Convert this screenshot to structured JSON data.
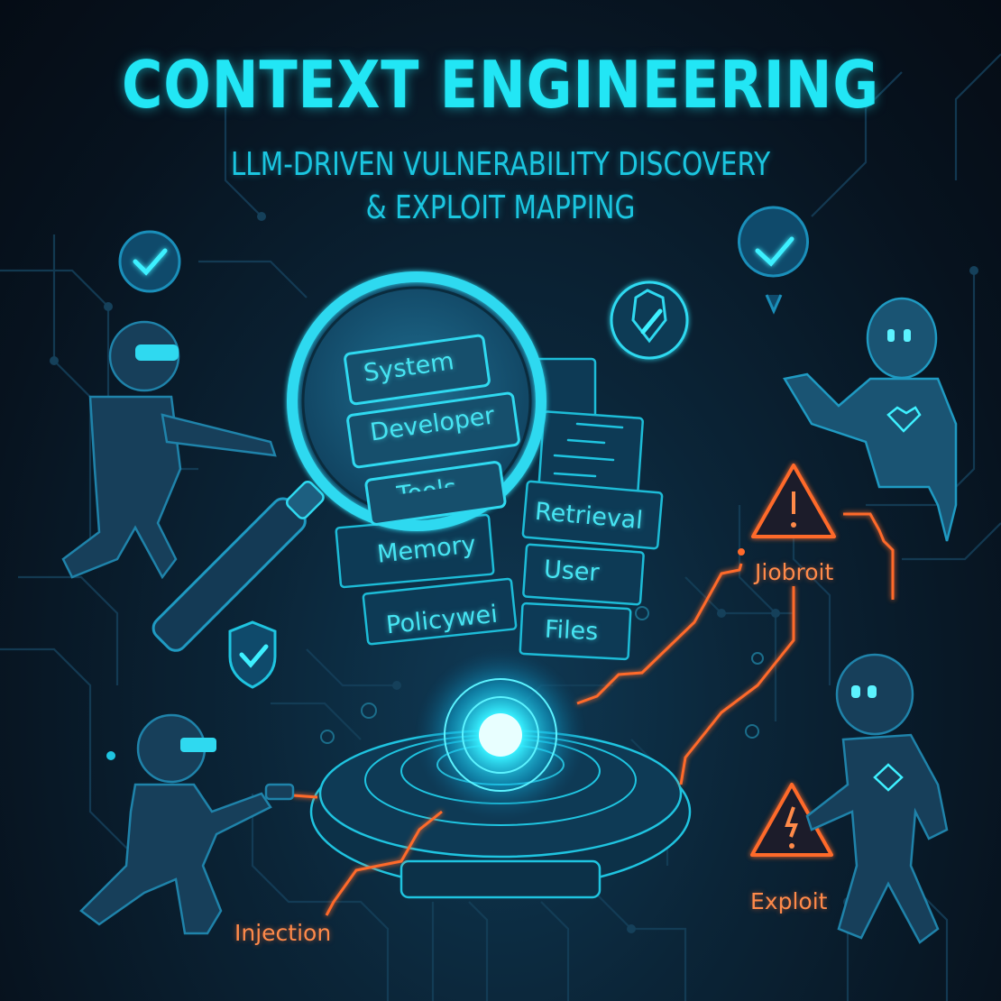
{
  "header": {
    "title": "CONTEXT ENGINEERING",
    "subtitle_line1": "LLM-DRIVEN VULNERABILITY DISCOVERY",
    "subtitle_line2": "& EXPLOIT MAPPING"
  },
  "context_cards": {
    "magnified": [
      "System",
      "Developer",
      "Tools"
    ],
    "left_column": [
      "Memory",
      "Policywei"
    ],
    "right_column": [
      "Retrieval",
      "User",
      "Files"
    ]
  },
  "threat_labels": {
    "upper_warning": "Jiobroit",
    "lower_warning": "Exploit",
    "injection": "Injection"
  },
  "icons": [
    "check-circle-icon",
    "check-pin-icon",
    "shield-check-icon",
    "shield-slash-icon",
    "warning-triangle-icon",
    "magnifier-icon",
    "glowing-core-icon"
  ],
  "colors": {
    "background": "#07131f",
    "accent_cyan": "#22e6f5",
    "card_cyan": "#46e4f2",
    "threat_orange": "#ff7a3a",
    "robot_body": "#1d4f6e"
  }
}
